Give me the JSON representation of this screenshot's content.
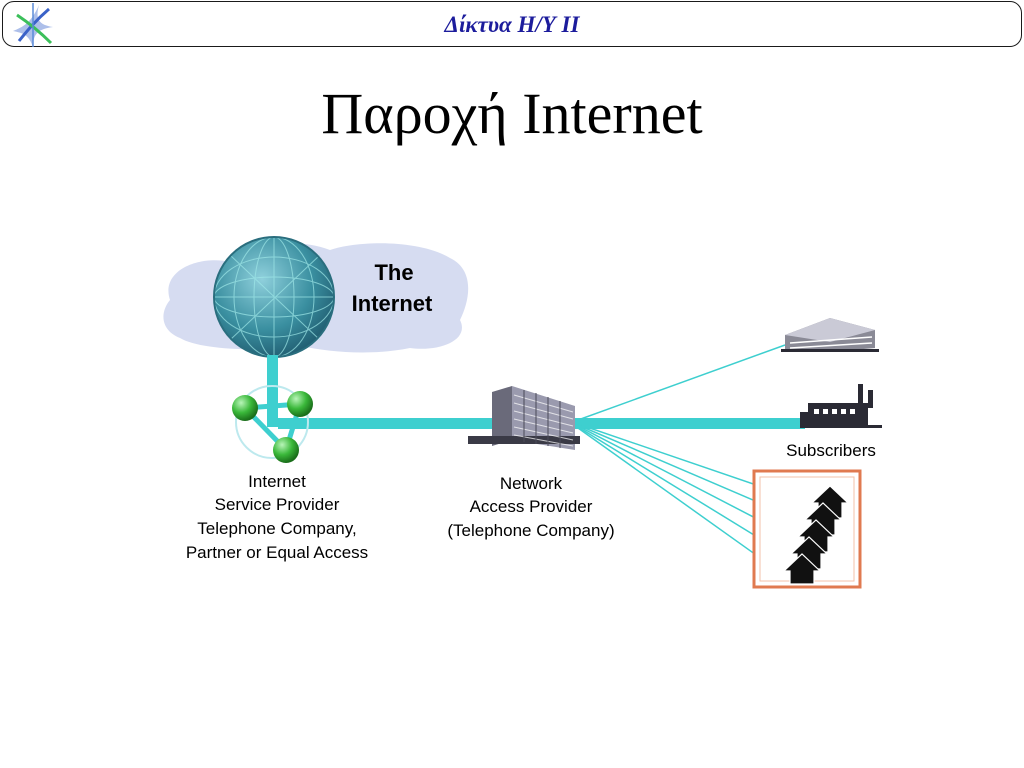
{
  "header": {
    "course_title": "Δίκτυα Η/Υ ΙΙ",
    "logo_icon": "star-logo-icon"
  },
  "slide": {
    "title": "Παροχή Internet"
  },
  "diagram": {
    "cloud_label_line1": "The",
    "cloud_label_line2": "Internet",
    "isp_label": [
      "Internet",
      "Service Provider",
      "Telephone Company,",
      "Partner or Equal Access"
    ],
    "nap_label": [
      "Network",
      "Access Provider",
      "(Telephone Company)"
    ],
    "subscribers_label": "Subscribers",
    "colors": {
      "link": "#3ecfcf",
      "globe": "#3a8fa0",
      "node": "#3ab83a",
      "cloud": "#d2d8f0",
      "frame": "#e07a50"
    }
  }
}
